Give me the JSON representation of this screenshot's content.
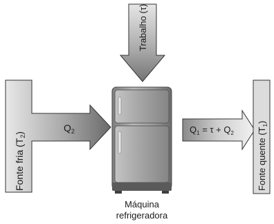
{
  "labels": {
    "work": "Trabalho (τ)",
    "cold_source": {
      "text": "Fonte fria (T",
      "sub": "2",
      "close": ")"
    },
    "hot_source": {
      "text": "Fonte quente (T",
      "sub": "1",
      "close": ")"
    },
    "q2": {
      "text": "Q",
      "sub": "2"
    },
    "q1_equation": {
      "q": "Q",
      "q_sub": "1",
      "middle": " = τ + Q",
      "q2_sub": "2"
    },
    "machine": {
      "line1": "Máquina",
      "line2": "refrigeradora"
    }
  }
}
